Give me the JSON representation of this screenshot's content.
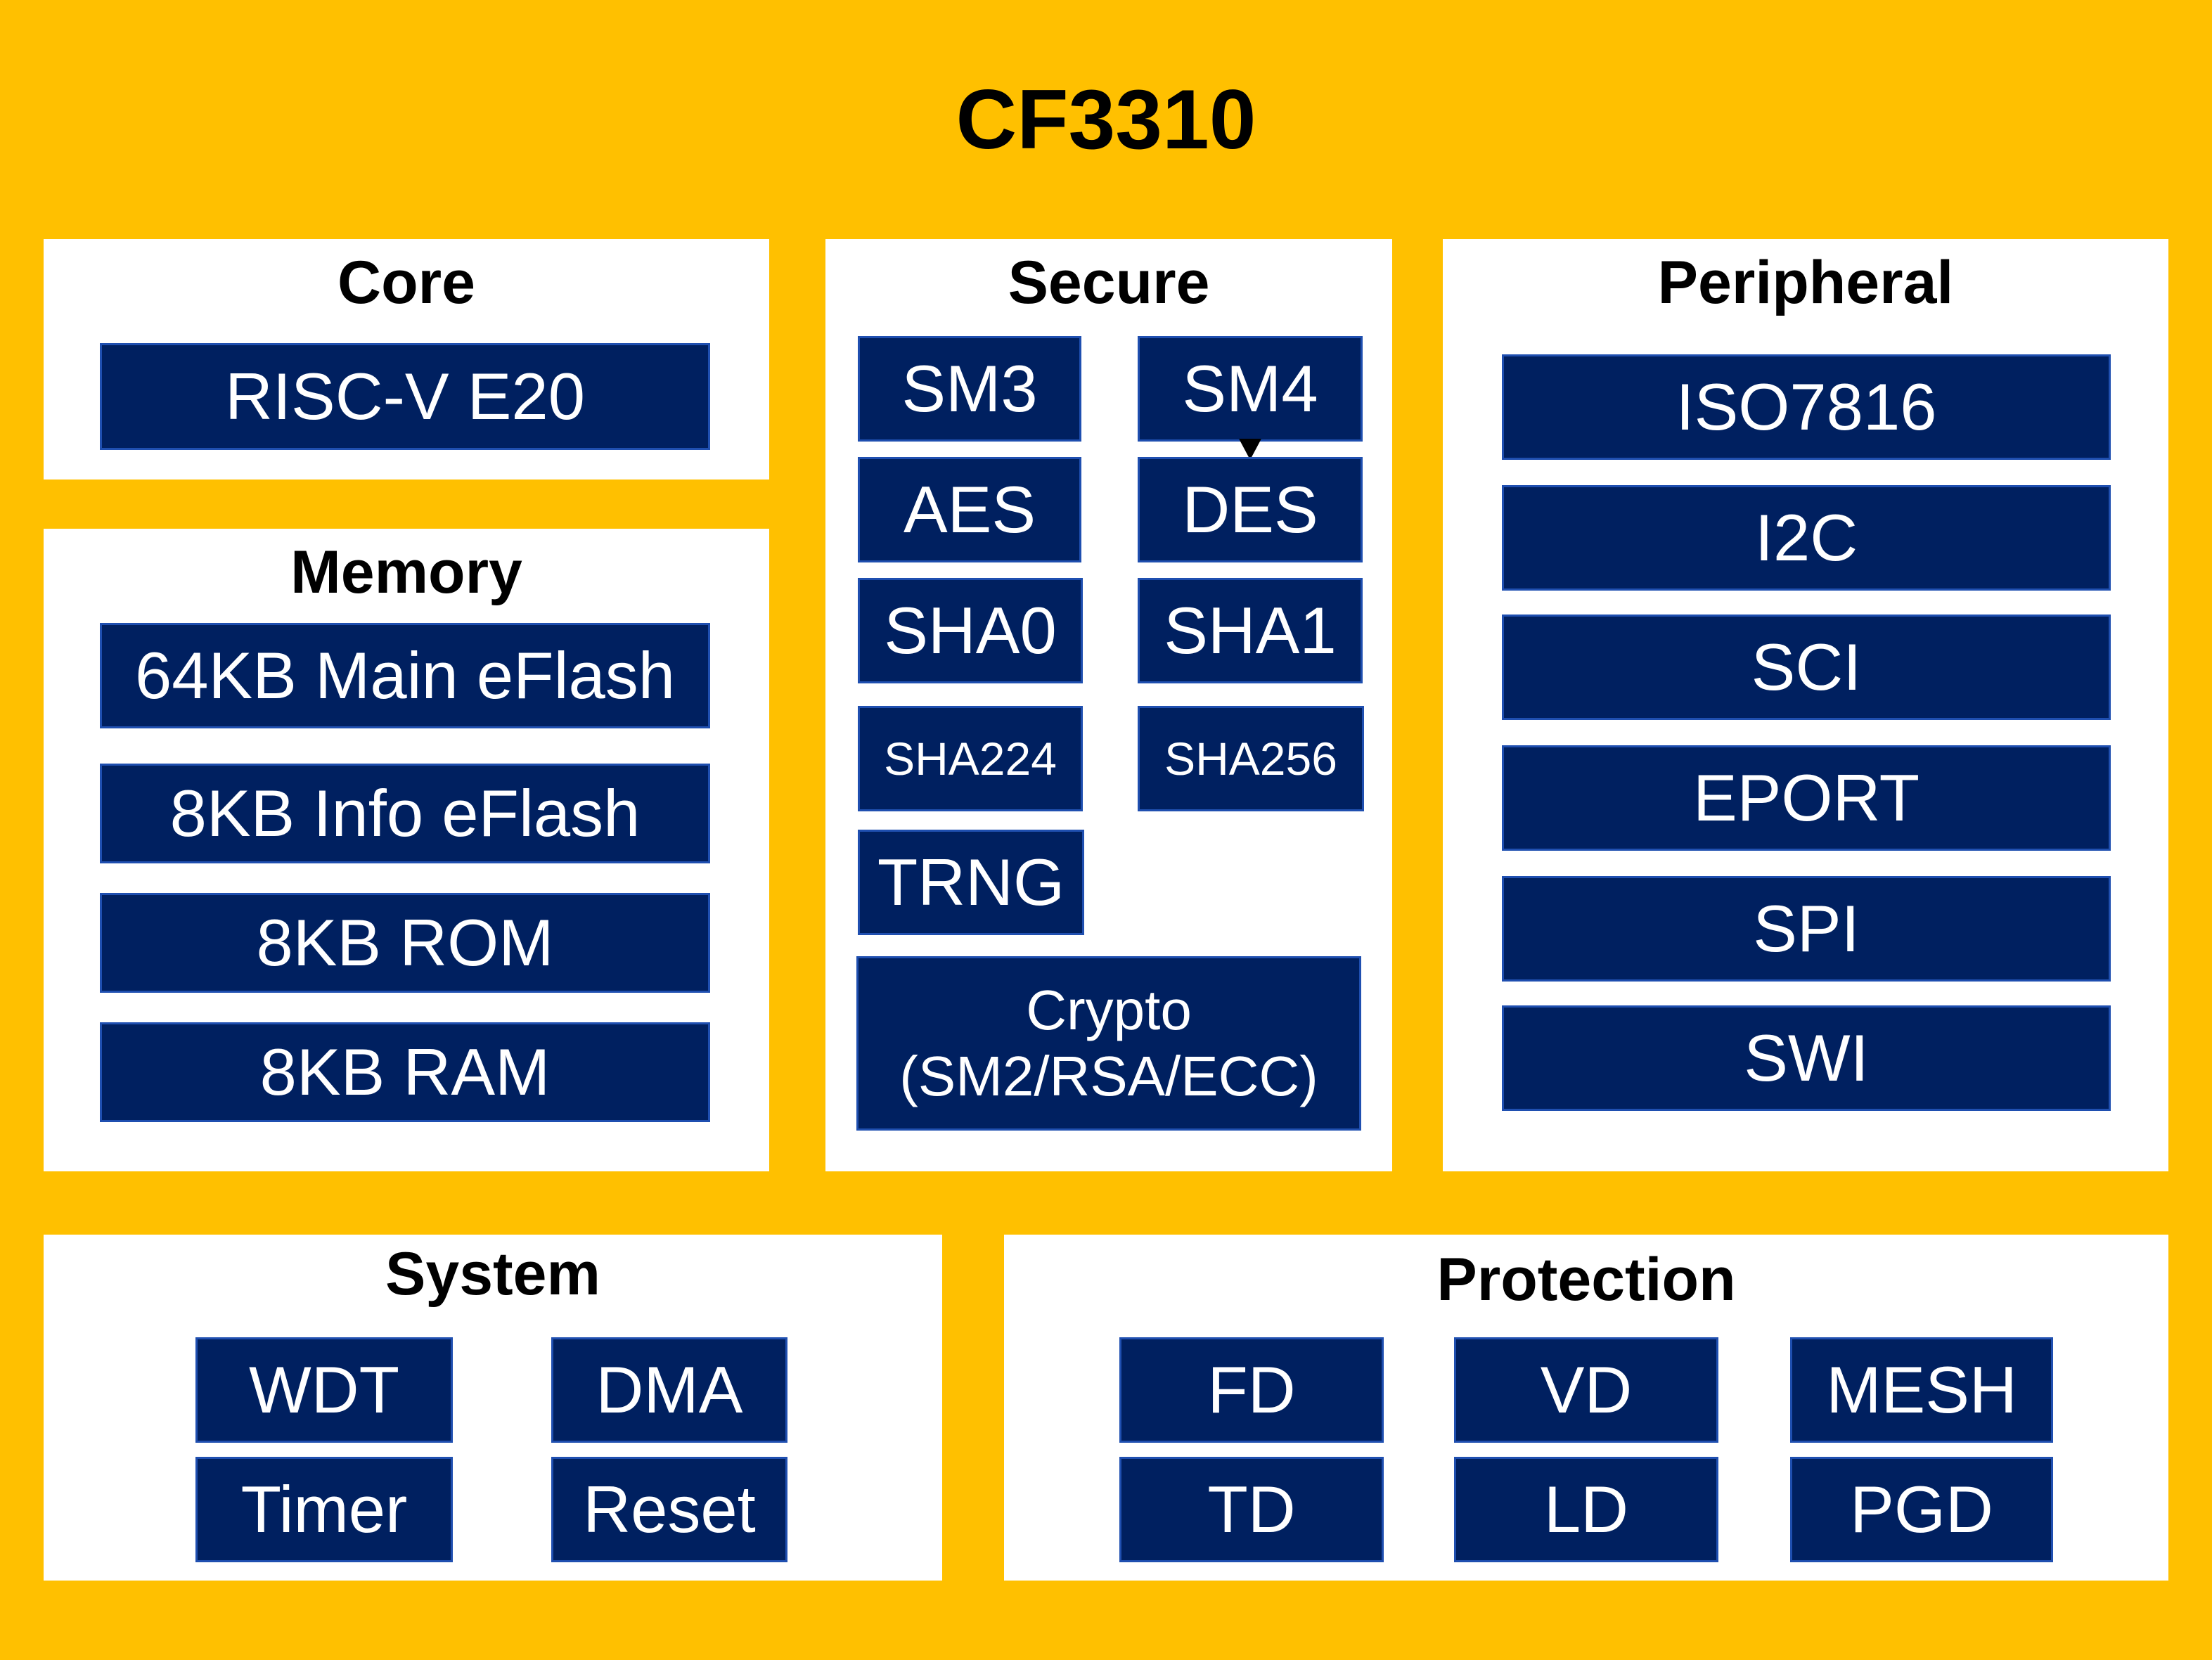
{
  "title": "CF3310",
  "colors": {
    "background": "#ffc000",
    "panel": "#ffffff",
    "block": "#002060",
    "block_text": "#ffffff"
  },
  "core": {
    "title": "Core",
    "items": [
      "RISC-V E20"
    ]
  },
  "memory": {
    "title": "Memory",
    "items": [
      "64KB Main eFlash",
      "8KB Info eFlash",
      "8KB ROM",
      "8KB RAM"
    ]
  },
  "secure": {
    "title": "Secure",
    "items": [
      "SM3",
      "SM4",
      "AES",
      "DES",
      "SHA0",
      "SHA1",
      "SHA224",
      "SHA256",
      "TRNG"
    ],
    "crypto_line1": "Crypto",
    "crypto_line2": "(SM2/RSA/ECC)"
  },
  "peripheral": {
    "title": "Peripheral",
    "items": [
      "ISO7816",
      "I2C",
      "SCI",
      "EPORT",
      "SPI",
      "SWI"
    ]
  },
  "system": {
    "title": "System",
    "items": [
      "WDT",
      "DMA",
      "Timer",
      "Reset"
    ]
  },
  "protection": {
    "title": "Protection",
    "items": [
      "FD",
      "VD",
      "MESH",
      "TD",
      "LD",
      "PGD"
    ]
  }
}
